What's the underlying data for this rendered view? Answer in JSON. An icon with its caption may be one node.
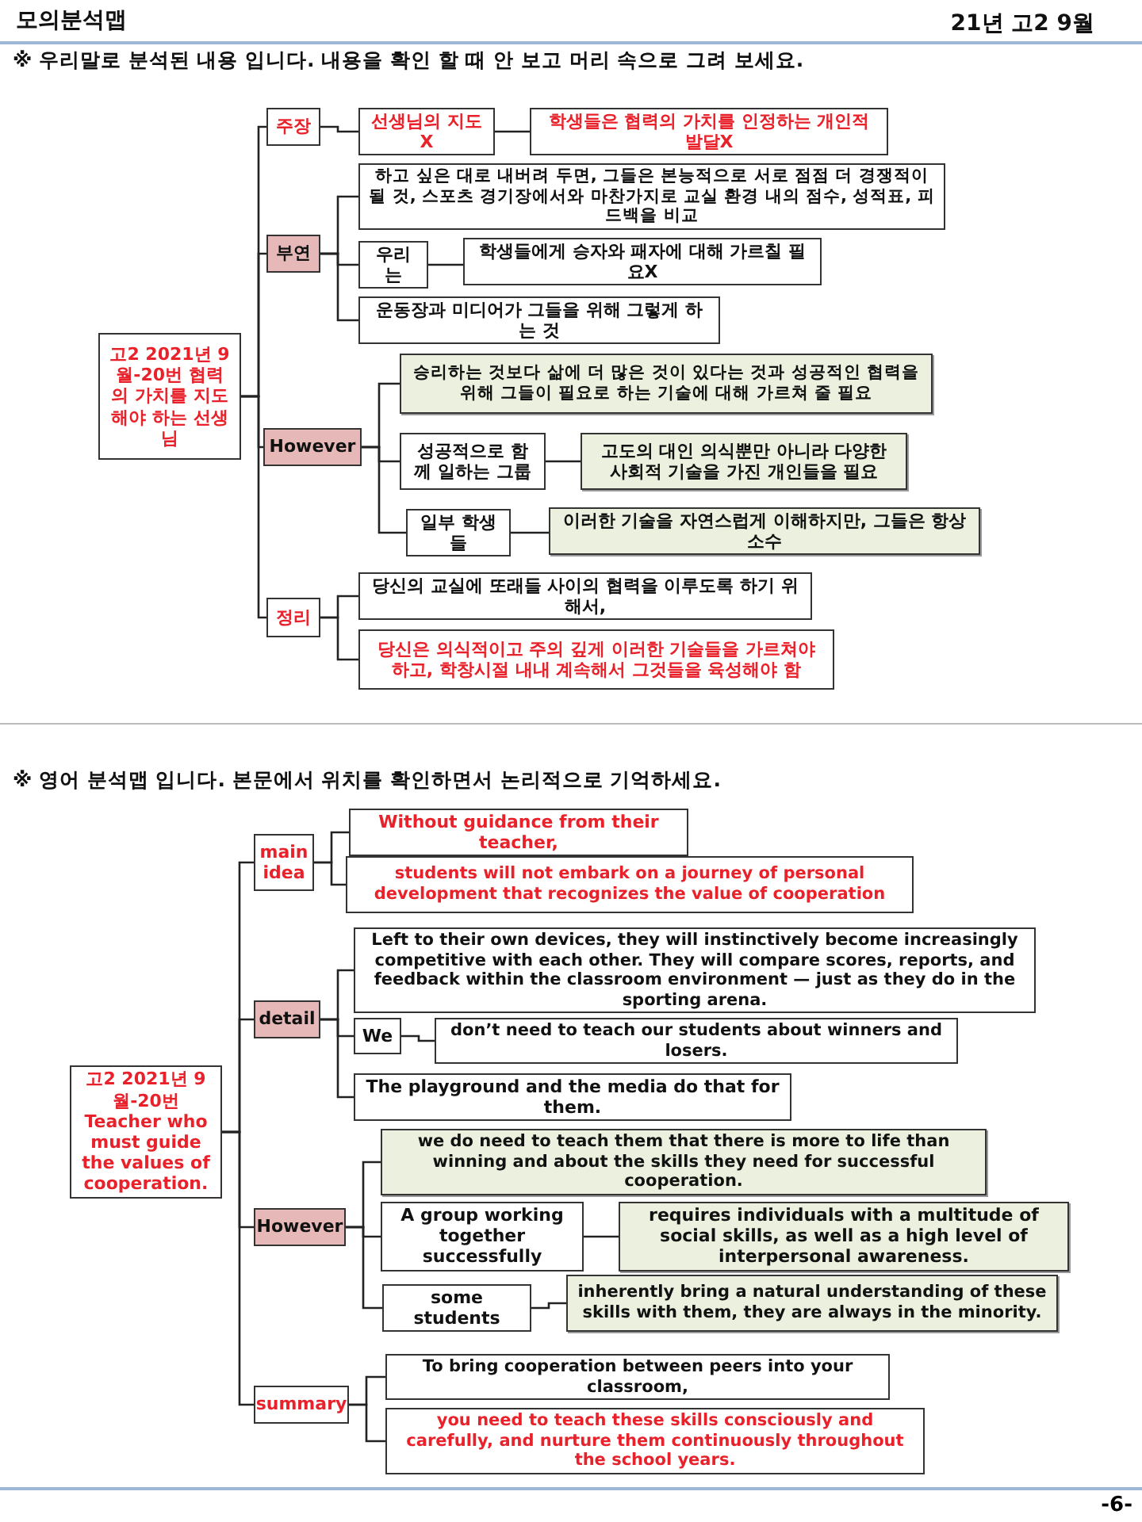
{
  "diagram": {
    "title": "모의분석맵",
    "nodes": [
      {
        "text": [
          "고2 2021년 9월-20번 협력의 가치를 지도해야 하는 선생님"
        ]
      },
      {
        "text": [
          "주장"
        ]
      },
      {
        "text": [
          "선생님의 지도X"
        ]
      },
      {
        "text": [
          "학생들은 협력의 가치를 인정하는 개인적 발달X"
        ]
      },
      {
        "text": [
          "부연"
        ]
      },
      {
        "text": [
          "하고 싶은 대로 내버려 두면, 그들은 본능적으로 서로 점점 더 경쟁적이 될 것, 스포츠 경기장에서와 마찬가지로 교실 환경 내의 점수, 성적표, 피드백을 비교"
        ]
      },
      {
        "text": [
          "우리는"
        ]
      },
      {
        "text": [
          "학생들에게 승자와 패자에 대해 가르칠 필요X"
        ]
      },
      {
        "text": [
          "운동장과 미디어가 그들을 위해 그렇게 하는 것"
        ]
      },
      {
        "text": [
          "However"
        ]
      },
      {
        "text": [
          "승리하는 것보다 삶에 더 많은 것이 있다는 것과 성공적인 협력을 위해 그들이 필요로 하는 기술에 대해 가르쳐 줄 필요"
        ]
      },
      {
        "text": [
          "성공적으로 함께 일하는 그룹"
        ]
      },
      {
        "text": [
          "고도의 대인 의식뿐만 아니라 다양한 사회적 기술을 가진 개인들을 필요"
        ]
      },
      {
        "text": [
          "일부 학생들"
        ]
      },
      {
        "text": [
          "이러한 기술을 자연스럽게 이해하지만, 그들은 항상 소수"
        ]
      },
      {
        "text": [
          "정리"
        ]
      },
      {
        "text": [
          "당신의 교실에 또래들 사이의 협력을 이루도록 하기 위해서,"
        ]
      },
      {
        "text": [
          "당신은 의식적이고 주의 깊게 이러한 기술들을 가르쳐야 하고, 학창시절 내내 계속해서 그것들을 육성해야 함"
        ]
      },
      {
        "text": [
          "고2 2021년 9월-20번 Teacher who must guide the values of cooperation."
        ]
      },
      {
        "text": [
          "main idea"
        ]
      },
      {
        "text": [
          "Without guidance from their teacher,"
        ]
      },
      {
        "text": [
          "students will not embark on a journey of personal development that recognizes the value of cooperation"
        ]
      },
      {
        "text": [
          "detail"
        ]
      },
      {
        "text": [
          "Left to their own devices, they will instinctively become increasingly competitive with each other. They will compare scores, reports, and feedback within the classroom environment — just as they do in  the sporting  arena."
        ]
      },
      {
        "text": [
          "We"
        ]
      },
      {
        "text": [
          "don’t need to teach our students about winners and losers."
        ]
      },
      {
        "text": [
          "The playground and the media do that for them."
        ]
      },
      {
        "text": [
          "However"
        ]
      },
      {
        "text": [
          "we do need to teach them that there is more to life than winning and about the skills they need for successful cooperation."
        ]
      },
      {
        "text": [
          "A group working together successfully"
        ]
      },
      {
        "text": [
          "requires individuals with a multitude of social skills, as well as a high level of interpersonal awareness."
        ]
      },
      {
        "text": [
          "some students"
        ]
      },
      {
        "text": [
          "inherently bring a natural understanding of these skills with them, they are always in the minority."
        ]
      },
      {
        "text": [
          "summary"
        ]
      },
      {
        "text": [
          "To bring cooperation between peers into your classroom,"
        ]
      },
      {
        "text": [
          "you need to teach these skills consciously and carefully, and nurture them continuously throughout the school years."
        ]
      }
    ],
    "edges": [
      {
        "from": 0,
        "to": 1,
        "arrow": "none"
      },
      {
        "from": 0,
        "to": 4,
        "arrow": "none"
      },
      {
        "from": 0,
        "to": 9,
        "arrow": "none"
      },
      {
        "from": 0,
        "to": 15,
        "arrow": "none"
      },
      {
        "from": 1,
        "to": 2,
        "arrow": "none"
      },
      {
        "from": 2,
        "to": 3,
        "arrow": "none"
      },
      {
        "from": 4,
        "to": 5,
        "arrow": "none"
      },
      {
        "from": 4,
        "to": 6,
        "arrow": "none"
      },
      {
        "from": 4,
        "to": 8,
        "arrow": "none"
      },
      {
        "from": 6,
        "to": 7,
        "arrow": "none"
      },
      {
        "from": 9,
        "to": 10,
        "arrow": "none"
      },
      {
        "from": 9,
        "to": 11,
        "arrow": "none"
      },
      {
        "from": 9,
        "to": 13,
        "arrow": "none"
      },
      {
        "from": 11,
        "to": 12,
        "arrow": "none"
      },
      {
        "from": 13,
        "to": 14,
        "arrow": "none"
      },
      {
        "from": 15,
        "to": 16,
        "arrow": "none"
      },
      {
        "from": 15,
        "to": 17,
        "arrow": "none"
      },
      {
        "from": 18,
        "to": 19,
        "arrow": "none"
      },
      {
        "from": 18,
        "to": 22,
        "arrow": "none"
      },
      {
        "from": 18,
        "to": 27,
        "arrow": "none"
      },
      {
        "from": 18,
        "to": 33,
        "arrow": "none"
      },
      {
        "from": 19,
        "to": 20,
        "arrow": "none"
      },
      {
        "from": 19,
        "to": 21,
        "arrow": "none"
      },
      {
        "from": 22,
        "to": 23,
        "arrow": "none"
      },
      {
        "from": 22,
        "to": 24,
        "arrow": "none"
      },
      {
        "from": 22,
        "to": 26,
        "arrow": "none"
      },
      {
        "from": 24,
        "to": 25,
        "arrow": "none"
      },
      {
        "from": 27,
        "to": 28,
        "arrow": "none"
      },
      {
        "from": 27,
        "to": 29,
        "arrow": "none"
      },
      {
        "from": 27,
        "to": 31,
        "arrow": "none"
      },
      {
        "from": 29,
        "to": 30,
        "arrow": "none"
      },
      {
        "from": 31,
        "to": 32,
        "arrow": "none"
      },
      {
        "from": 33,
        "to": 34,
        "arrow": "none"
      },
      {
        "from": 33,
        "to": 35,
        "arrow": "none"
      }
    ],
    "labels": [
      "21년 고2 9월",
      "※ 우리말로 분석된 내용 입니다. 내용을 확인 할 때 안 보고 머리 속으로 그려 보세요.",
      "※ 영어 분석맵 입니다. 본문에서 위치를 확인하면서 논리적으로 기억하세요.",
      "-6-"
    ]
  }
}
